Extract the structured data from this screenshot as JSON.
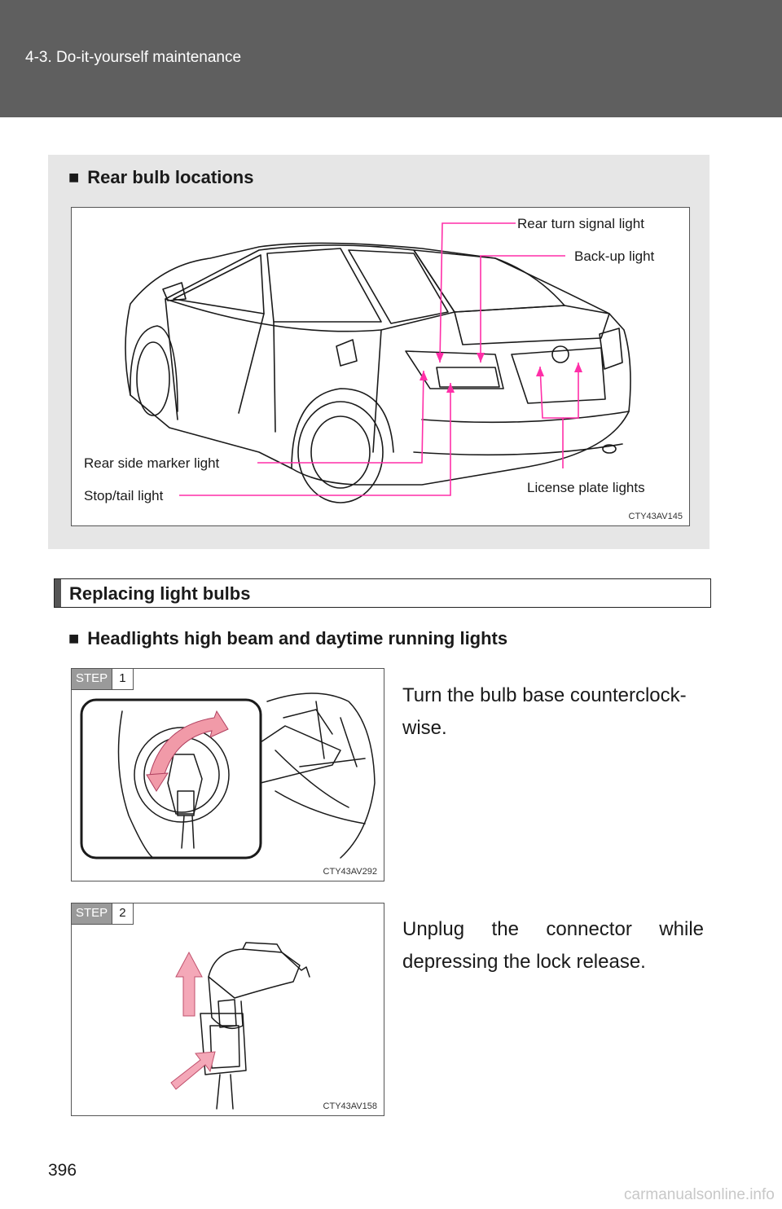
{
  "header": {
    "title": "4-3. Do-it-yourself maintenance"
  },
  "rear_bulbs": {
    "heading_symbol": "■",
    "heading": "Rear bulb locations",
    "figure_code": "CTY43AV145",
    "labels": {
      "rear_turn_signal": "Rear turn signal light",
      "back_up": "Back-up light",
      "rear_side_marker": "Rear side marker light",
      "stop_tail": "Stop/tail light",
      "license_plate": "License plate lights"
    }
  },
  "replacing": {
    "title": "Replacing light bulbs",
    "subheading_symbol": "■",
    "subheading": "Headlights high beam and daytime running lights",
    "steps": [
      {
        "step_word": "STEP",
        "step_num": "1",
        "text": "Turn the bulb base counterclock-wise.",
        "figure_code": "CTY43AV292"
      },
      {
        "step_word": "STEP",
        "step_num": "2",
        "text": "Unplug the connector while depressing the lock release.",
        "figure_code": "CTY43AV158"
      }
    ]
  },
  "footer": {
    "page_number": "396",
    "watermark": "carmanualsonline.info"
  },
  "colors": {
    "header_bg": "#5f5f5f",
    "section_bg": "#e6e6e6",
    "callout_line": "#ff2fa8",
    "arrow_fill": "#f4a8b8"
  }
}
